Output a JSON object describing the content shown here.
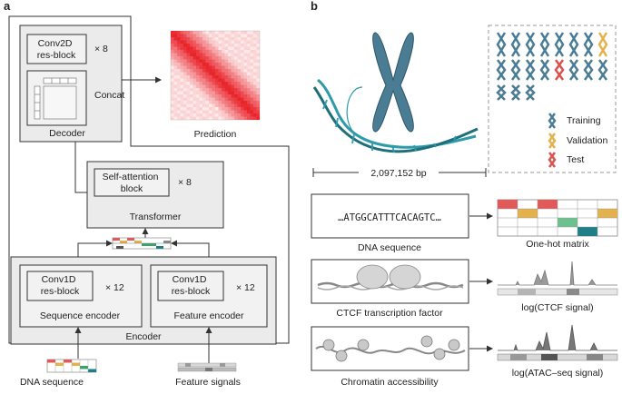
{
  "panel_a": {
    "label": "a",
    "decoder": {
      "block_label": "Conv2D\nres-block",
      "multiplier": "× 8",
      "concat_label": "Concat",
      "title": "Decoder"
    },
    "prediction_label": "Prediction",
    "transformer": {
      "block_label": "Self-attention\nblock",
      "multiplier": "× 8",
      "title": "Transformer"
    },
    "encoder": {
      "title": "Encoder",
      "sequence": {
        "block_label": "Conv1D\nres-block",
        "multiplier": "× 12",
        "title": "Sequence encoder"
      },
      "feature": {
        "block_label": "Conv1D\nres-block",
        "multiplier": "× 12",
        "title": "Feature encoder"
      }
    },
    "inputs": {
      "dna_label": "DNA sequence",
      "feature_label": "Feature signals"
    }
  },
  "panel_b": {
    "label": "b",
    "bp_label": "2,097,152 bp",
    "legend": {
      "training": "Training",
      "validation": "Validation",
      "test": "Test"
    },
    "colors": {
      "training": "#4a7d93",
      "validation": "#e3b24c",
      "test": "#d9534f",
      "dna_strand_1": "#2f9aa8",
      "dna_strand_2": "#1f6f7a",
      "heatmap": "#e8232a"
    },
    "dna_row": {
      "sequence_text": "…ATGGCATTTCACAGTC…",
      "caption": "DNA sequence",
      "result_caption": "One-hot matrix"
    },
    "ctcf_row": {
      "caption": "CTCF transcription factor",
      "result_caption": "log(CTCF signal)"
    },
    "atac_row": {
      "caption": "Chromatin accessibility",
      "result_caption": "log(ATAC–seq signal)"
    }
  }
}
